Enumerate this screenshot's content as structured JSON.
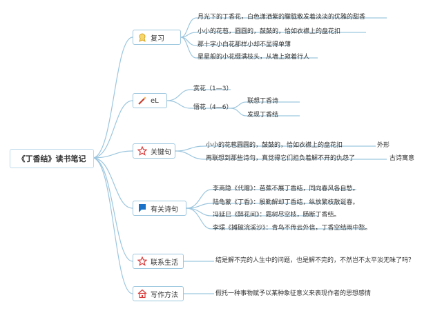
{
  "root": {
    "title": "《丁香结》读书笔记"
  },
  "colors": {
    "line": "#9cc6de",
    "box_border": "#9cc6de"
  },
  "branches": [
    {
      "label": "复习",
      "icon": "medal-icon",
      "items": [
        "月光下的丁香花，白色潇洒紫的朦胧散发着淡淡的优雅的甜香",
        "小小的花苞，圆圆的，鼓鼓的，恰如衣襟上的盘花扣",
        "那十字小白花那样小却不显得单薄",
        "星星般的小花缀满枝头，从墙上窥着行人"
      ]
    },
    {
      "label": "eL",
      "icon": "magic-wand-icon",
      "items": [
        {
          "text": "赏花（1—3）"
        },
        {
          "text": "悟花（4—6）",
          "children": [
            "联想丁香诗",
            "发现丁香结"
          ]
        }
      ]
    },
    {
      "label": "关键句",
      "icon": "star-icon",
      "items": [
        {
          "text": "小小的花苞圆圆的，鼓鼓的，恰如衣襟上的盘花扣",
          "note": "外形"
        },
        {
          "text": "再联想到那些诗句，真觉得它们担负着解不开的仇怨了",
          "note": "古诗寓意"
        }
      ]
    },
    {
      "label": "有关诗句",
      "icon": "flag-icon",
      "items": [
        "李商隐《代赠》：芭蕉不展丁香结，同向春风各自愁。",
        "陆龟蒙《丁香》：殷勤解却丁香结，纵放繁枝散诞春。",
        "冯延巳《醉花间》：霜树尽空枝，肠断丁香结。",
        "李璟《摊破浣溪沙》：青鸟不传云外信，丁香空结雨中愁。"
      ]
    },
    {
      "label": "联系生活",
      "icon": "star-icon",
      "items": [
        "结是解不完的人生中的问题，也是解不完的，不然岂不太平淡无味了吗？"
      ]
    },
    {
      "label": "写作方法",
      "icon": "home-icon",
      "items": [
        "假托一种事物赋予以某种象征意义来表现作者的思想感情"
      ]
    }
  ]
}
